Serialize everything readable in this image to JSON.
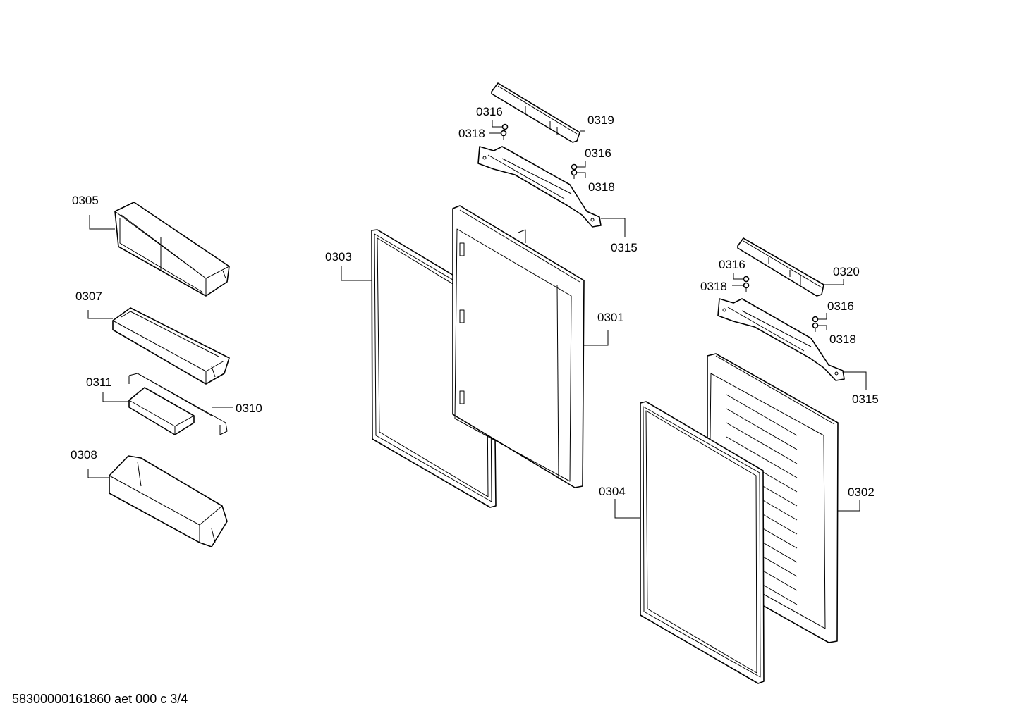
{
  "callouts": {
    "c0305": "0305",
    "c0307": "0307",
    "c0311": "0311",
    "c0310": "0310",
    "c0308": "0308",
    "c0303": "0303",
    "c0301": "0301",
    "c0316a": "0316",
    "c0318a": "0318",
    "c0319": "0319",
    "c0316b": "0316",
    "c0318b": "0318",
    "c0315a": "0315",
    "c0316c": "0316",
    "c0318c": "0318",
    "c0320": "0320",
    "c0316d": "0316",
    "c0318d": "0318",
    "c0315b": "0315",
    "c0304": "0304",
    "c0302": "0302"
  },
  "footer": "58300000161860 aet 000 c 3/4"
}
